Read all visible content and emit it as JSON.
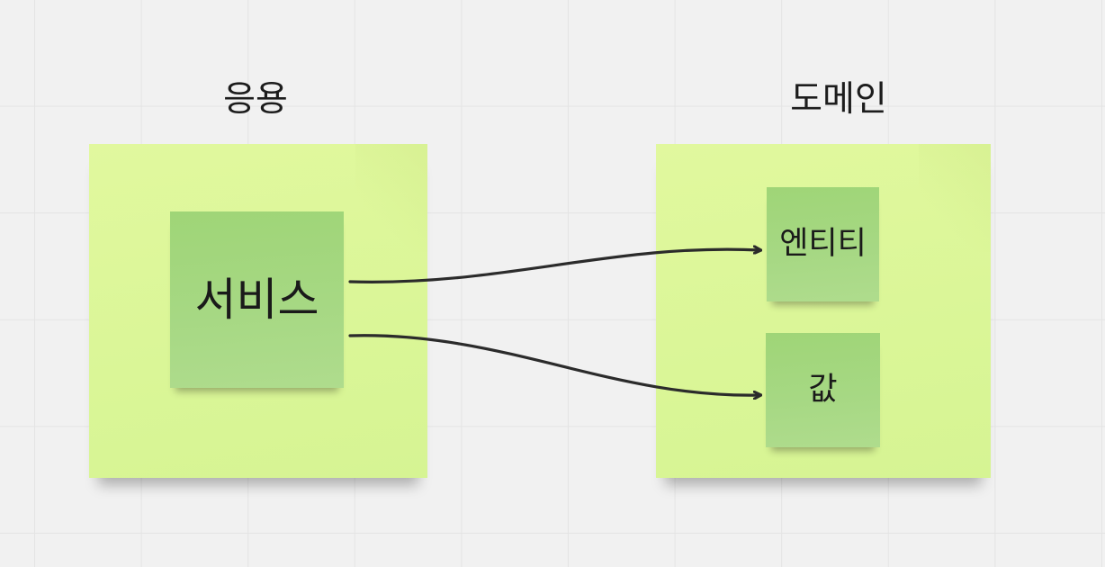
{
  "board": {
    "background_color": "#f1f1f1",
    "grid_color": "#e4e4e4"
  },
  "groups": {
    "application": {
      "title": "응용",
      "sticky_color": "#dcf698",
      "notes": {
        "service": "서비스"
      }
    },
    "domain": {
      "title": "도메인",
      "sticky_color": "#dcf698",
      "notes": {
        "entity": "엔티티",
        "value": "값"
      }
    }
  },
  "note_color": "#a5d881",
  "connectors": [
    {
      "from": "서비스",
      "to": "엔티티"
    },
    {
      "from": "서비스",
      "to": "값"
    }
  ],
  "connector_color": "#2b2b2b"
}
